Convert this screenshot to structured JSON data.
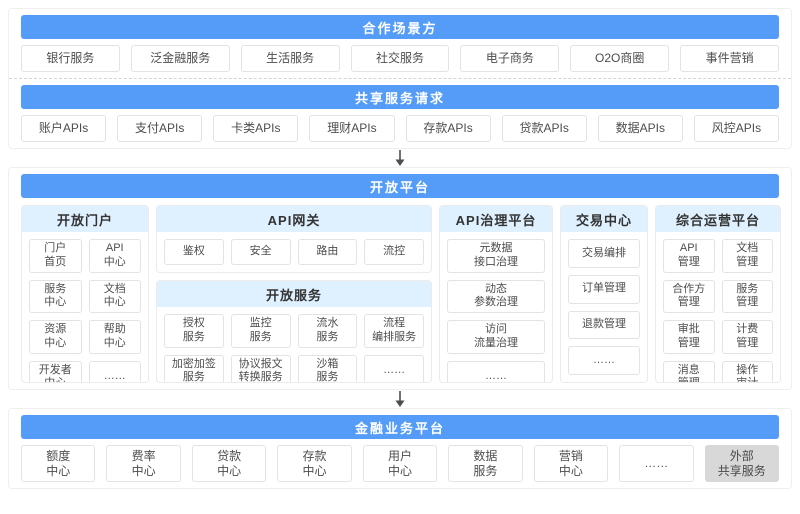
{
  "colors": {
    "banner_blue": "#549CF7",
    "column_header_blue": "#DFF0FE",
    "box_border": "#E3E3E3",
    "gray_box_bg": "#D8D8D8",
    "banner_text": "#FFFFFF"
  },
  "partner_scenarios": {
    "title": "合作场景方",
    "items": [
      "银行服务",
      "泛金融服务",
      "生活服务",
      "社交服务",
      "电子商务",
      "O2O商圈",
      "事件营销"
    ]
  },
  "shared_service_requests": {
    "title": "共享服务请求",
    "items": [
      "账户APIs",
      "支付APIs",
      "卡类APIs",
      "理财APIs",
      "存款APIs",
      "贷款APIs",
      "数据APIs",
      "风控APIs"
    ]
  },
  "open_platform": {
    "title": "开放平台",
    "portal": {
      "title": "开放门户",
      "items": [
        "门户\n首页",
        "API\n中心",
        "服务\n中心",
        "文档\n中心",
        "资源\n中心",
        "帮助\n中心",
        "开发者\n中心",
        "……"
      ]
    },
    "gateway": {
      "title": "API网关",
      "items": [
        "鉴权",
        "安全",
        "路由",
        "流控"
      ]
    },
    "open_services": {
      "title": "开放服务",
      "items": [
        "授权\n服务",
        "监控\n服务",
        "流水\n服务",
        "流程\n编排服务",
        "加密加签\n服务",
        "协议报文\n转换服务",
        "沙箱\n服务",
        "……"
      ]
    },
    "governance": {
      "title": "API治理平台",
      "items": [
        "元数据\n接口治理",
        "动态\n参数治理",
        "访问\n流量治理",
        "……"
      ]
    },
    "trade": {
      "title": "交易中心",
      "items": [
        "交易编排",
        "订单管理",
        "退款管理",
        "……"
      ]
    },
    "operations": {
      "title": "综合运营平台",
      "items": [
        "API\n管理",
        "文档\n管理",
        "合作方\n管理",
        "服务\n管理",
        "审批\n管理",
        "计费\n管理",
        "消息\n管理",
        "操作\n审计"
      ]
    }
  },
  "financial_platform": {
    "title": "金融业务平台",
    "items": [
      {
        "label": "额度\n中心"
      },
      {
        "label": "费率\n中心"
      },
      {
        "label": "贷款\n中心"
      },
      {
        "label": "存款\n中心"
      },
      {
        "label": "用户\n中心"
      },
      {
        "label": "数据\n服务"
      },
      {
        "label": "营销\n中心"
      },
      {
        "label": "……"
      },
      {
        "label": "外部\n共享服务",
        "variant": "gray"
      }
    ]
  }
}
